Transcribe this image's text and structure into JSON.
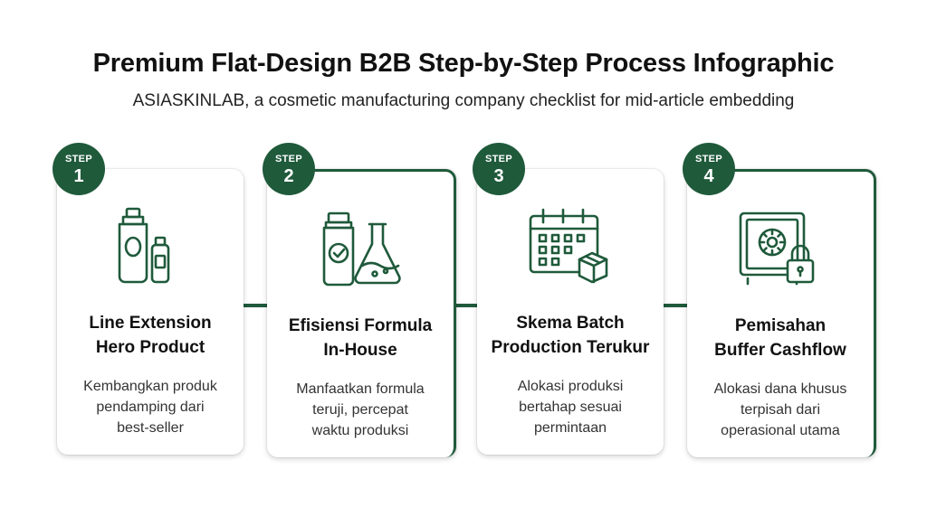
{
  "header": {
    "title": "Premium Flat-Design B2B Step-by-Step Process Infographic",
    "subtitle": "ASIASKINLAB, a cosmetic manufacturing company checklist for mid-article  embedding"
  },
  "colors": {
    "accent": "#1f5a3b",
    "card_bg": "#ffffff"
  },
  "steps": [
    {
      "label": "STEP",
      "number": "1",
      "title_line1": "Line Extension",
      "title_line2": "Hero Product",
      "desc_line1": "Kembangkan produk",
      "desc_line2": "pendamping dari",
      "desc_line3": "best-seller",
      "icon": "cosmetic-bottles-icon"
    },
    {
      "label": "STEP",
      "number": "2",
      "title_line1": "Efisiensi Formula",
      "title_line2": "In-House",
      "desc_line1": "Manfaatkan formula",
      "desc_line2": "teruji, percepat",
      "desc_line3": "waktu produksi",
      "icon": "lab-flask-icon"
    },
    {
      "label": "STEP",
      "number": "3",
      "title_line1": "Skema Batch",
      "title_line2": "Production Terukur",
      "desc_line1": "Alokasi produksi",
      "desc_line2": "bertahap sesuai",
      "desc_line3": "permintaan",
      "icon": "calendar-box-icon"
    },
    {
      "label": "STEP",
      "number": "4",
      "title_line1": "Pemisahan",
      "title_line2": "Buffer Cashflow",
      "desc_line1": "Alokasi dana khusus",
      "desc_line2": "terpisah dari",
      "desc_line3": "operasional utama",
      "icon": "safe-lock-icon"
    }
  ]
}
